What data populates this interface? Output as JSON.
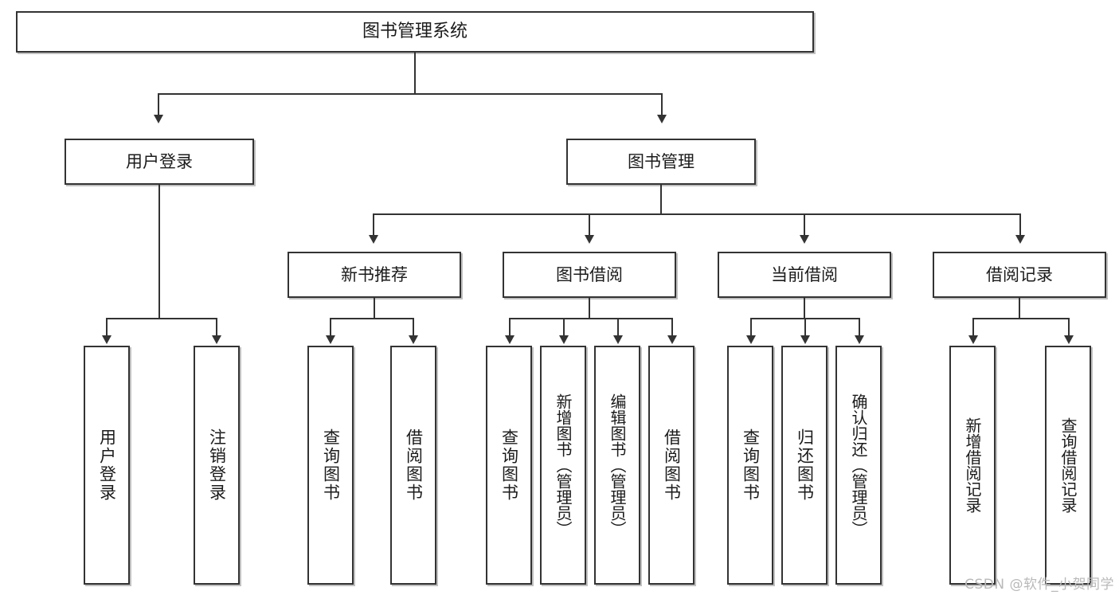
{
  "diagram": {
    "title": "图书管理系统",
    "type": "hierarchy-tree",
    "root": {
      "id": "root",
      "label": "图书管理系统"
    },
    "level1": [
      {
        "id": "user-login",
        "label": "用户登录"
      },
      {
        "id": "book-management",
        "label": "图书管理"
      }
    ],
    "level2": [
      {
        "id": "new-book-recommend",
        "label": "新书推荐",
        "parent": "book-management"
      },
      {
        "id": "book-borrow",
        "label": "图书借阅",
        "parent": "book-management"
      },
      {
        "id": "current-borrow",
        "label": "当前借阅",
        "parent": "book-management"
      },
      {
        "id": "borrow-record",
        "label": "借阅记录",
        "parent": "book-management"
      }
    ],
    "leaves": [
      {
        "id": "leaf-user-login",
        "label": "用户登录",
        "parent": "user-login"
      },
      {
        "id": "leaf-user-logout",
        "label": "注销登录",
        "parent": "user-login"
      },
      {
        "id": "leaf-query-book-1",
        "label": "查询图书",
        "parent": "new-book-recommend"
      },
      {
        "id": "leaf-borrow-book-1",
        "label": "借阅图书",
        "parent": "new-book-recommend"
      },
      {
        "id": "leaf-query-book-2",
        "label": "查询图书",
        "parent": "book-borrow"
      },
      {
        "id": "leaf-add-book",
        "label": "新增图书（管理员）",
        "parent": "book-borrow"
      },
      {
        "id": "leaf-edit-book",
        "label": "编辑图书（管理员）",
        "parent": "book-borrow"
      },
      {
        "id": "leaf-borrow-book-2",
        "label": "借阅图书",
        "parent": "book-borrow"
      },
      {
        "id": "leaf-query-book-3",
        "label": "查询图书",
        "parent": "current-borrow"
      },
      {
        "id": "leaf-return-book",
        "label": "归还图书",
        "parent": "current-borrow"
      },
      {
        "id": "leaf-confirm-return",
        "label": "确认归还（管理员）",
        "parent": "current-borrow"
      },
      {
        "id": "leaf-add-borrow-record",
        "label": "新增借阅记录",
        "parent": "borrow-record"
      },
      {
        "id": "leaf-query-borrow-record",
        "label": "查询借阅记录",
        "parent": "borrow-record"
      }
    ],
    "watermark": "CSDN @软件_小贺同学",
    "colors": {
      "stroke": "#333333",
      "fill": "#ffffff",
      "text": "#1b1b1b",
      "shadow": "#8c8c8c",
      "watermark": "#b9b9b9"
    }
  }
}
